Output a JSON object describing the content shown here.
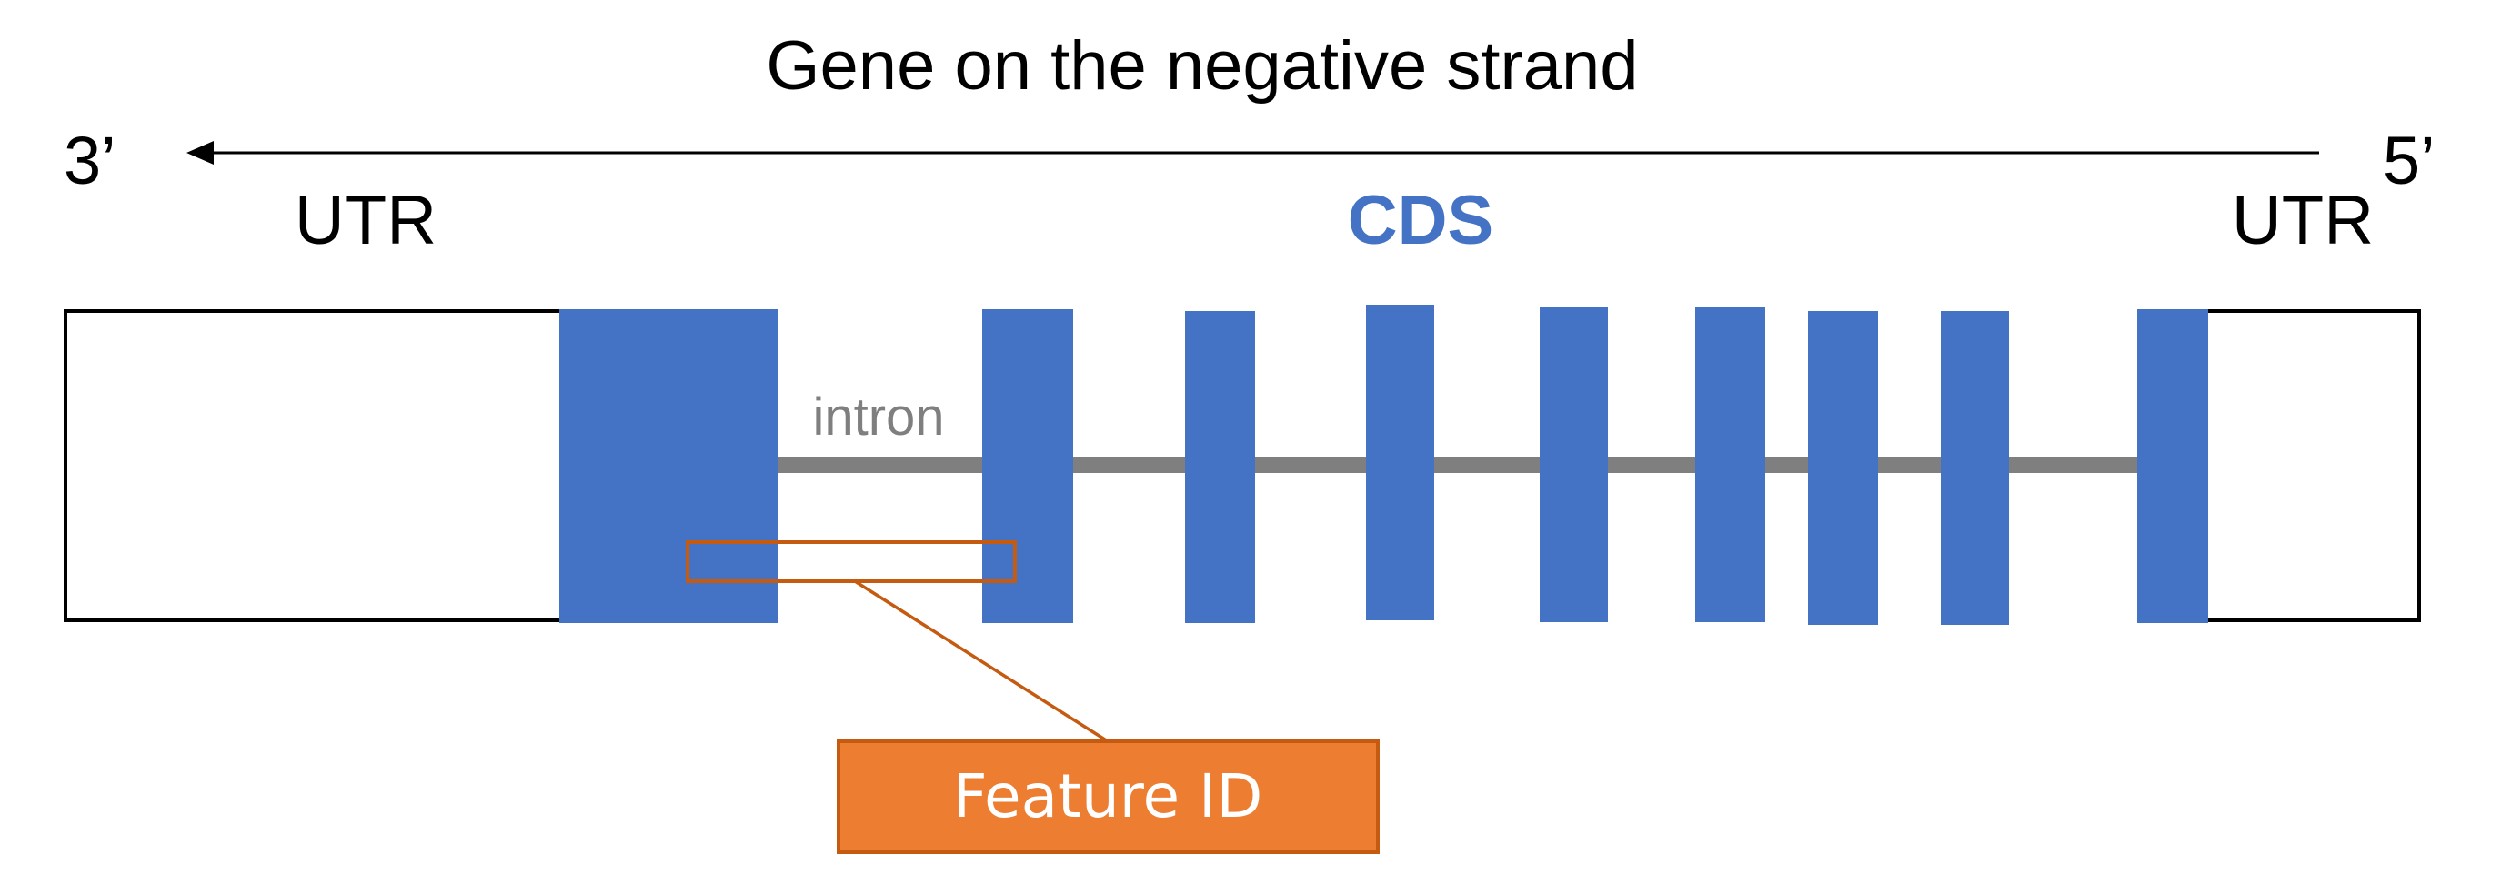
{
  "title": "Gene on the negative strand",
  "strand": {
    "left_end": "3’",
    "right_end": "5’"
  },
  "labels": {
    "utr_left": "UTR",
    "cds": "CDS",
    "utr_right": "UTR",
    "intron": "intron"
  },
  "callout": {
    "label": "Feature ID"
  },
  "colors": {
    "cds": "#4472C4",
    "intron": "#7F7F7F",
    "utr_border": "#000000",
    "callout_fill": "#ED7D31",
    "callout_stroke": "#C55A11",
    "callout_text": "#FFFFFF",
    "intron_text": "#7F7F7F"
  }
}
